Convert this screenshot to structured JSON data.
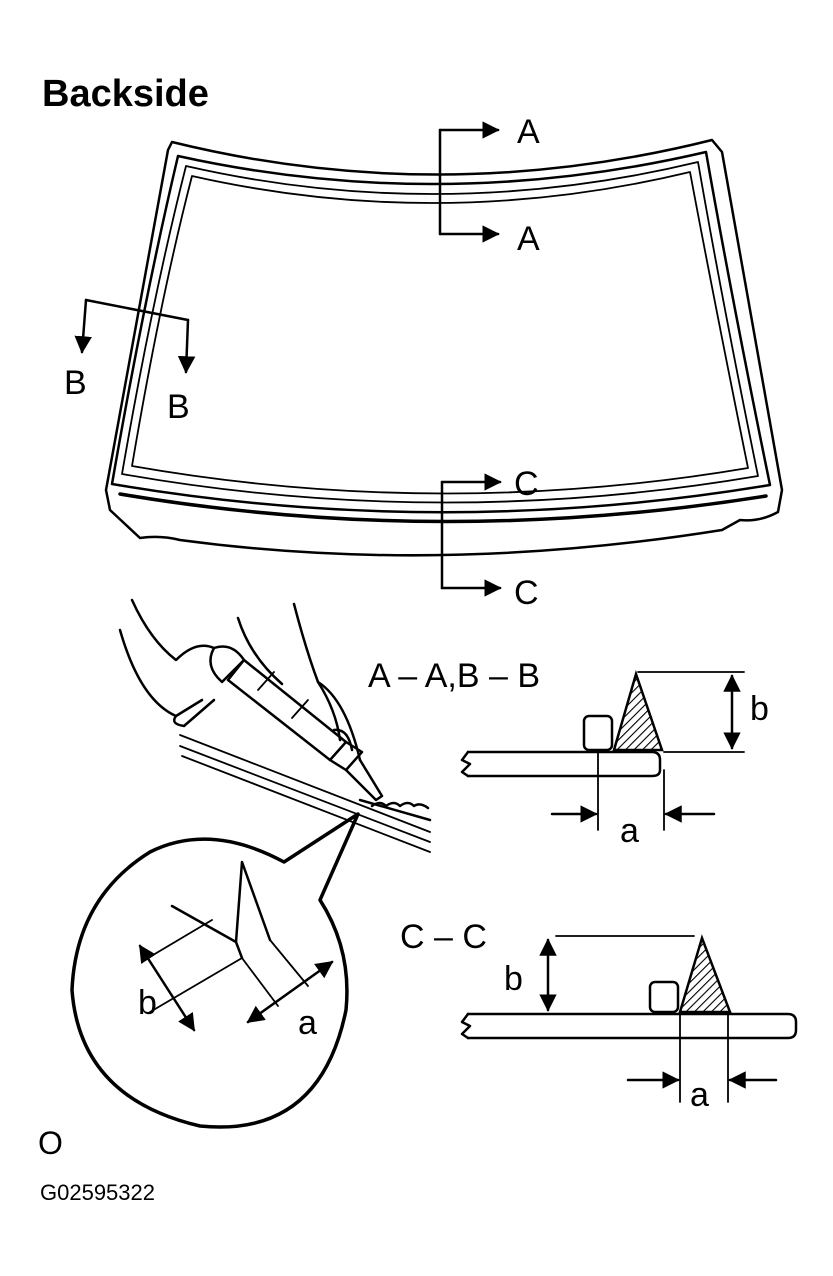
{
  "title": "Backside",
  "windshield_labels": {
    "a_top": "A",
    "a_bottom": "A",
    "b_left": "B",
    "b_right": "B",
    "c_top": "C",
    "c_bottom": "C"
  },
  "section_ab": {
    "title": "A – A,B – B",
    "dim_a": "a",
    "dim_b": "b"
  },
  "section_cc": {
    "title": "C – C",
    "dim_a": "a",
    "dim_b": "b"
  },
  "detail": {
    "dim_a": "a",
    "dim_b": "b"
  },
  "footer": {
    "mark": "O",
    "figure_id": "G02595322"
  }
}
